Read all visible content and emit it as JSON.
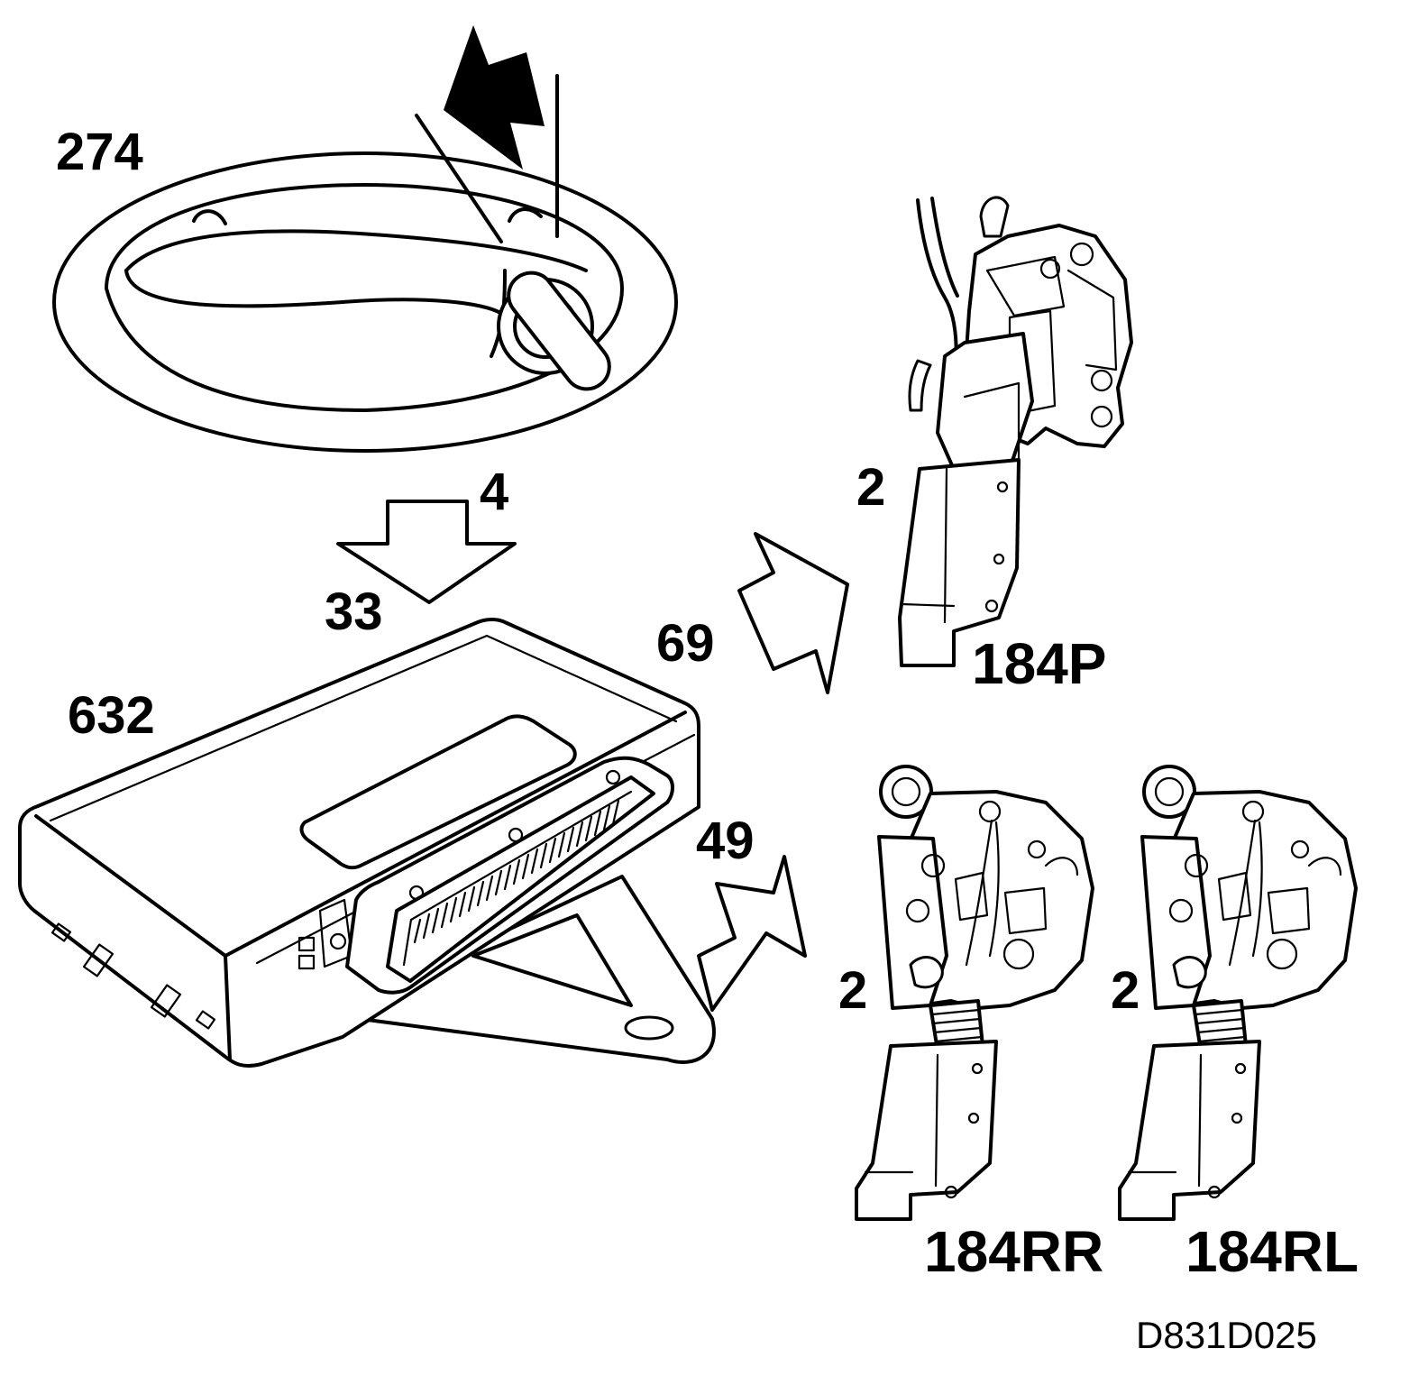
{
  "diagram": {
    "components": {
      "handle": {
        "label": "274",
        "icon": "door-handle-icon"
      },
      "control_unit": {
        "label": "632",
        "icon": "control-module-icon"
      },
      "actuator_passenger": {
        "label": "184P",
        "icon": "door-lock-actuator-icon"
      },
      "actuator_rear_right": {
        "label": "184RR",
        "icon": "door-lock-actuator-icon"
      },
      "actuator_rear_left": {
        "label": "184RL",
        "icon": "door-lock-actuator-icon"
      }
    },
    "signals": {
      "handle_to_unit_top": "4",
      "handle_to_unit_bottom": "33",
      "unit_to_passenger": "69",
      "unit_to_rear": "49"
    },
    "actuator_pin_labels": {
      "passenger": "2",
      "rear_right": "2",
      "rear_left": "2"
    },
    "reference": "D831D025",
    "colors": {
      "line": "#000000",
      "fill": "#ffffff"
    }
  }
}
